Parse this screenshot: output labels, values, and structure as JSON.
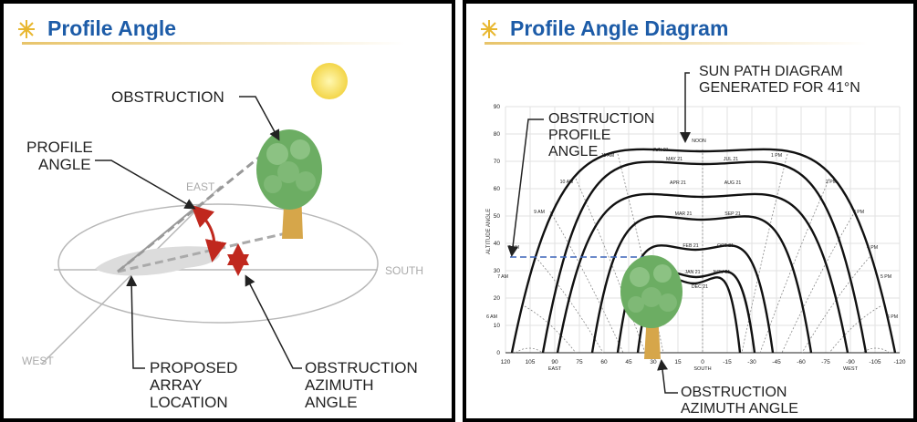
{
  "left": {
    "title": "Profile Angle",
    "obstruction": "OBSTRUCTION",
    "profile_angle": [
      "PROFILE",
      "ANGLE"
    ],
    "east": "EAST",
    "south": "SOUTH",
    "west": "WEST",
    "array_location": [
      "PROPOSED",
      "ARRAY",
      "LOCATION"
    ],
    "azimuth_angle": [
      "OBSTRUCTION",
      "AZIMUTH",
      "ANGLE"
    ]
  },
  "right": {
    "title": "Profile Angle Diagram",
    "sun_path": [
      "SUN PATH DIAGRAM",
      "GENERATED FOR 41°N"
    ],
    "profile_angle": [
      "OBSTRUCTION",
      "PROFILE",
      "ANGLE"
    ],
    "azimuth_angle": [
      "OBSTRUCTION",
      "AZIMUTH ANGLE"
    ],
    "y_axis_label": "ALTITUDE ANGLE",
    "x_ticks": [
      "120",
      "105",
      "90",
      "75",
      "60",
      "45",
      "30",
      "15",
      "0",
      "-15",
      "-30",
      "-45",
      "-60",
      "-75",
      "-90",
      "-105",
      "-120"
    ],
    "x_sub": [
      {
        "at": "90",
        "text": "EAST"
      },
      {
        "at": "0",
        "text": "SOUTH"
      },
      {
        "at": "-90",
        "text": "WEST"
      }
    ],
    "y_ticks": [
      "0",
      "10",
      "20",
      "30",
      "40",
      "50",
      "60",
      "70",
      "80",
      "90"
    ],
    "hours": [
      "6 AM",
      "7 AM",
      "8 AM",
      "9 AM",
      "10 AM",
      "11 AM",
      "NOON",
      "1 PM",
      "2 PM",
      "3 PM",
      "4 PM",
      "5 PM",
      "6 PM"
    ],
    "date_labels": [
      {
        "text": "JUN 21",
        "sub": "MAY 21 / JUL 21"
      },
      {
        "text": "APR 21",
        "alt": "AUG 21"
      },
      {
        "text": "MAR 21",
        "alt": "SEP 21"
      },
      {
        "text": "FEB 21",
        "alt": "OCT 21"
      },
      {
        "text": "JAN 21",
        "alt": "NOV 21"
      },
      {
        "text": "DEC 21"
      }
    ],
    "month_labels": [
      "JUN 21",
      "MAY 21",
      "JUL 21",
      "APR 21",
      "AUG 21",
      "MAR 21",
      "SEP 21",
      "FEB 21",
      "OCT 21",
      "JAN 21",
      "NOV 21",
      "DEC 21"
    ]
  },
  "colors": {
    "title": "#1d5ca8",
    "arrow": "#c0281e",
    "tree": "#5fa35a",
    "sun": "#f7e26b",
    "dash_blue": "#3a63b8"
  }
}
